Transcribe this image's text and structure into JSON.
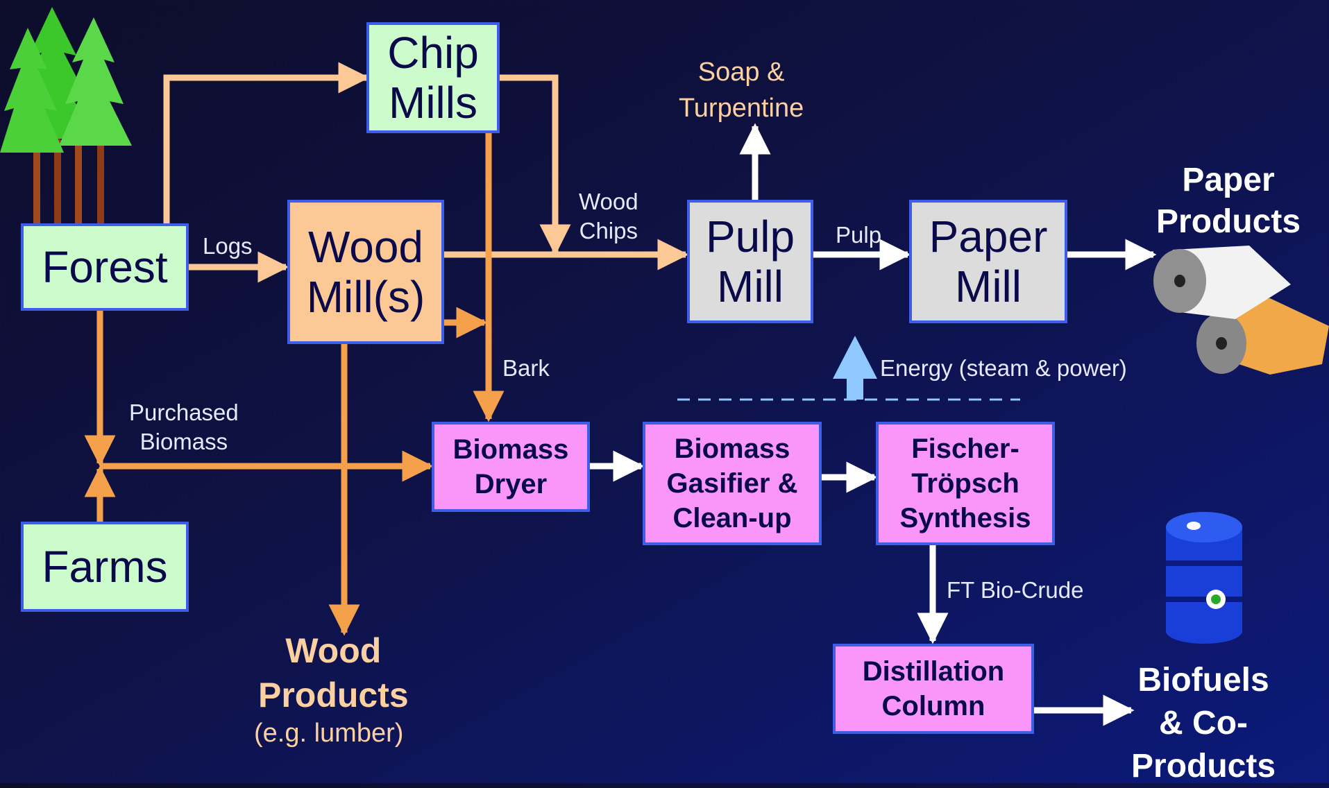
{
  "boxes": {
    "chip_mills": "Chip\nMills",
    "forest": "Forest",
    "wood_mills": "Wood\nMill(s)",
    "pulp_mill": "Pulp\nMill",
    "paper_mill": "Paper\nMill",
    "farms": "Farms",
    "biomass_dryer": "Biomass\nDryer",
    "gasifier": "Biomass\nGasifier &\nClean-up",
    "fischer": "Fischer-\nTröpsch\nSynthesis",
    "distillation": "Distillation\nColumn"
  },
  "labels": {
    "logs": "Logs",
    "wood_chips": "Wood\nChips",
    "pulp": "Pulp",
    "soap": "Soap &\nTurpentine",
    "bark": "Bark",
    "purchased": "Purchased\nBiomass",
    "energy": "Energy (steam & power)",
    "ft_crude": "FT Bio-Crude"
  },
  "outputs": {
    "paper_products": "Paper\nProducts",
    "wood_products": "Wood\nProducts",
    "wood_example": "(e.g. lumber)",
    "biofuels": "Biofuels\n& Co-\nProducts"
  },
  "colors": {
    "flow_orange": "#f5a04a",
    "flow_peach": "#fcc896",
    "flow_white": "#ffffff",
    "box_border": "#3d5ee8",
    "energy_arrow": "#8ec8ff"
  },
  "icons": [
    "tree-icon",
    "paper-roll-icon",
    "fuel-barrel-icon"
  ]
}
